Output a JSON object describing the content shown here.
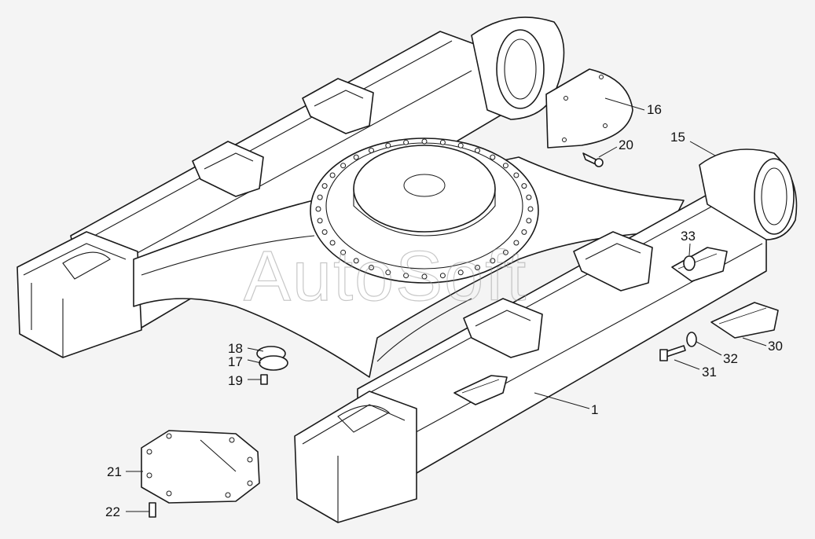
{
  "watermark": "AutoSoft",
  "callouts": [
    {
      "id": "c1",
      "label": "1"
    },
    {
      "id": "c15",
      "label": "15"
    },
    {
      "id": "c16",
      "label": "16"
    },
    {
      "id": "c17",
      "label": "17"
    },
    {
      "id": "c18",
      "label": "18"
    },
    {
      "id": "c19",
      "label": "19"
    },
    {
      "id": "c20",
      "label": "20"
    },
    {
      "id": "c21",
      "label": "21"
    },
    {
      "id": "c22",
      "label": "22"
    },
    {
      "id": "c30",
      "label": "30"
    },
    {
      "id": "c31",
      "label": "31"
    },
    {
      "id": "c32",
      "label": "32"
    },
    {
      "id": "c33",
      "label": "33"
    }
  ]
}
